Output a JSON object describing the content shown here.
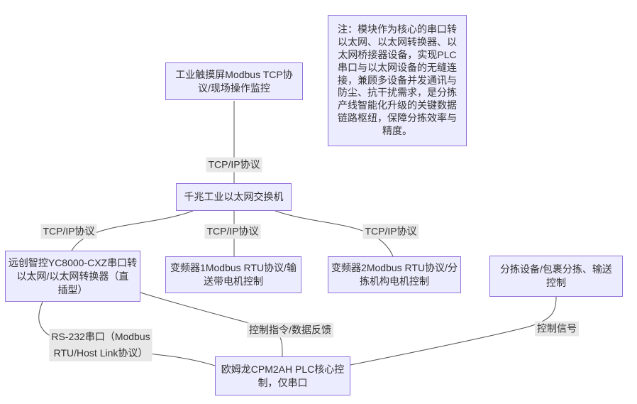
{
  "note": {
    "text": "注：模块作为核心的串口转\n以太网、以太网转换器、以\n太网桥接器设备，实现PLC\n串口与以太网设备的无缝连\n接，兼顾多设备并发通讯与\n防尘、抗干扰需求，是分拣\n产线智能化升级的关键数据\n链路枢纽，保障分拣效率与\n精度。"
  },
  "nodes": {
    "touchscreen": {
      "label": "工业触摸屏Modbus TCP协\n议/现场操作监控"
    },
    "switch": {
      "label": "千兆工业以太网交换机"
    },
    "converter": {
      "label": "远创智控YC8000-CXZ串口转\n以太网/以太网转换器（直\n插型）"
    },
    "vfd1": {
      "label": "变频器1Modbus RTU协议/输\n送带电机控制"
    },
    "vfd2": {
      "label": "变频器2Modbus RTU协议/分\n拣机构电机控制"
    },
    "sorter": {
      "label": "分拣设备/包裹分拣、输送\n控制"
    },
    "plc": {
      "label": "欧姆龙CPM2AH PLC核心控\n制，仅串口"
    }
  },
  "edges": {
    "hmi_switch": {
      "from": "touchscreen",
      "to": "switch",
      "label": "TCP/IP协议"
    },
    "switch_converter": {
      "from": "switch",
      "to": "converter",
      "label": "TCP/IP协议"
    },
    "switch_vfd1": {
      "from": "switch",
      "to": "vfd1",
      "label": "TCP/IP协议"
    },
    "switch_vfd2": {
      "from": "switch",
      "to": "vfd2",
      "label": "TCP/IP协议"
    },
    "converter_plc_serial": {
      "from": "converter",
      "to": "plc",
      "label": "RS-232串口（Modbus\nRTU/Host Link协议）"
    },
    "converter_plc_data": {
      "from": "converter",
      "to": "plc",
      "label": "控制指令/数据反馈"
    },
    "plc_sorter": {
      "from": "plc",
      "to": "sorter",
      "label": "控制信号"
    }
  },
  "colors": {
    "node_fill": "#ECECFF",
    "node_border": "#9370DB",
    "edge_stroke": "#333333",
    "edge_label_bg": "#e8e8e8",
    "text": "#333333",
    "background": "#ffffff"
  }
}
